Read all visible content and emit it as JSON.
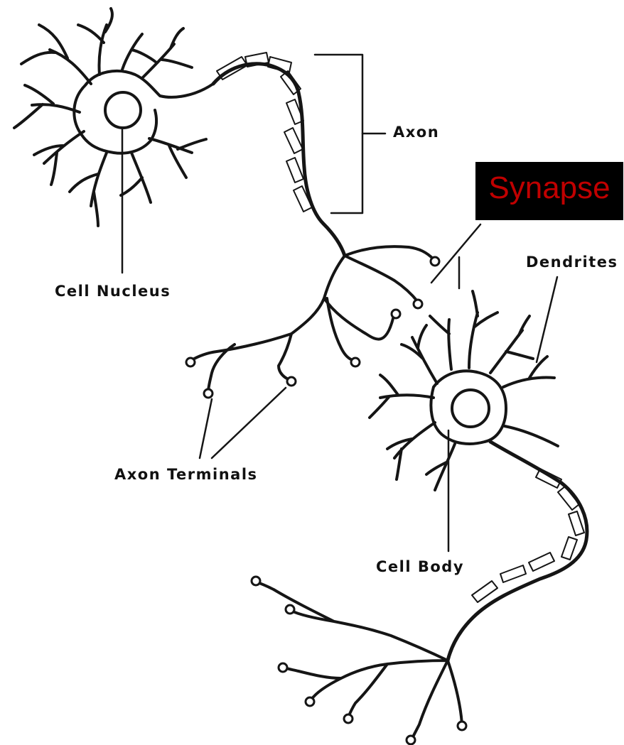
{
  "labels": {
    "axon": "Axon",
    "dendrites": "Dendrites",
    "cell_nucleus": "Cell Nucleus",
    "axon_terminals": "Axon Terminals",
    "cell_body": "Cell Body"
  },
  "highlight": {
    "text": "Synapse",
    "box_color": "#000000",
    "text_color": "#c00000"
  }
}
